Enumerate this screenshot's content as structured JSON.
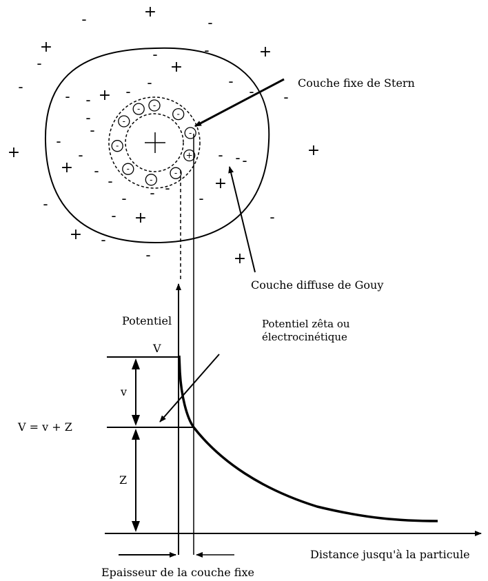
{
  "labels": {
    "stern": "Couche fixe de Stern",
    "gouy": "Couche diffuse de Gouy",
    "potentiel": "Potentiel",
    "zeta_line1": "Potentiel zêta ou",
    "zeta_line2": "électrocinétique",
    "V_top": "V",
    "v_small": "v",
    "V_eq": "V = v + Z",
    "Z": "Z",
    "distance": "Distance jusqu'à la particule",
    "epaisseur": "Epaisseur de la couche fixe"
  },
  "symbols": {
    "plus": "+",
    "minus": "-"
  }
}
